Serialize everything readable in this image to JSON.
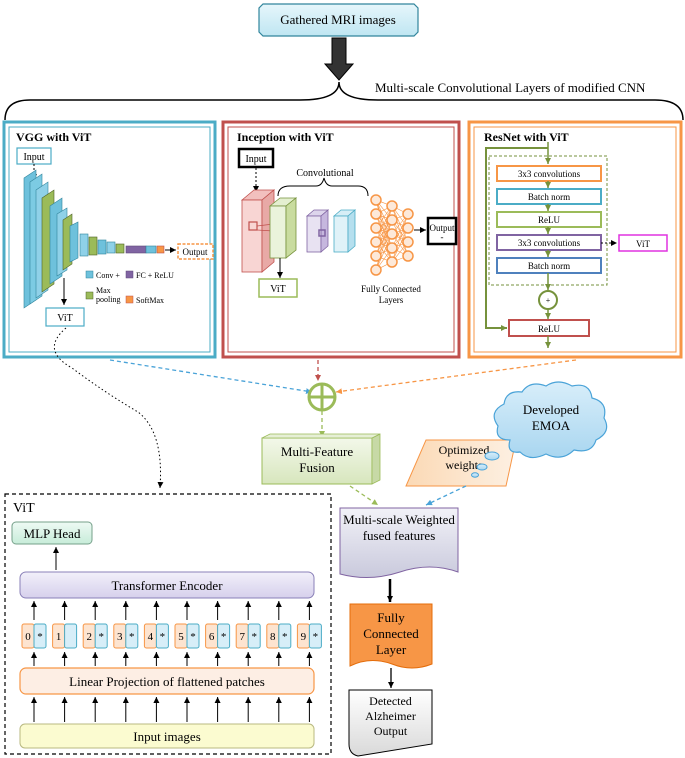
{
  "top": {
    "title": "Gathered MRI images",
    "brace_label": "Multi-scale Convolutional Layers of modified CNN"
  },
  "vgg": {
    "title": "VGG with ViT",
    "input": "Input",
    "output": "Output",
    "vit": "ViT",
    "legend": {
      "conv": "Conv +",
      "maxpool": "Max pooling",
      "fc": "FC + ReLU",
      "softmax": "SoftMax"
    }
  },
  "inception": {
    "title": "Inception with ViT",
    "input": "Input",
    "convolutional": "Convolutional",
    "output": "Output",
    "vit": "ViT",
    "fc_label": "Fully Connected Layers"
  },
  "resnet": {
    "title": "ResNet with ViT",
    "blocks": [
      "3x3 convolutions",
      "Batch norm",
      "ReLU",
      "3x3 convolutions",
      "Batch norm"
    ],
    "plus": "+",
    "relu": "ReLU",
    "vit": "ViT"
  },
  "fusion": {
    "label": "Multi-Feature Fusion"
  },
  "weights": {
    "label": "Optimized weights"
  },
  "emoa": {
    "label": "Developed EMOA"
  },
  "weighted": {
    "label": "Multi-scale Weighted fused features"
  },
  "fcl": {
    "label": "Fully Connected Layer"
  },
  "output": {
    "label": "Detected Alzheimer Output"
  },
  "vit_panel": {
    "title": "ViT",
    "mlp": "MLP Head",
    "encoder": "Transformer Encoder",
    "projection": "Linear Projection of flattened patches",
    "input_images": "Input images",
    "tokens": [
      "0",
      "1",
      "2",
      "3",
      "4",
      "5",
      "6",
      "7",
      "8",
      "9"
    ],
    "star": "*"
  },
  "colors": {
    "vgg_border": "#4bacc6",
    "inception_border": "#c0504d",
    "resnet_border": "#f79646",
    "fcl_fill": "#f79646",
    "arrow_blue": "#4aa3d8",
    "fusion_green": "#9bbb59"
  }
}
